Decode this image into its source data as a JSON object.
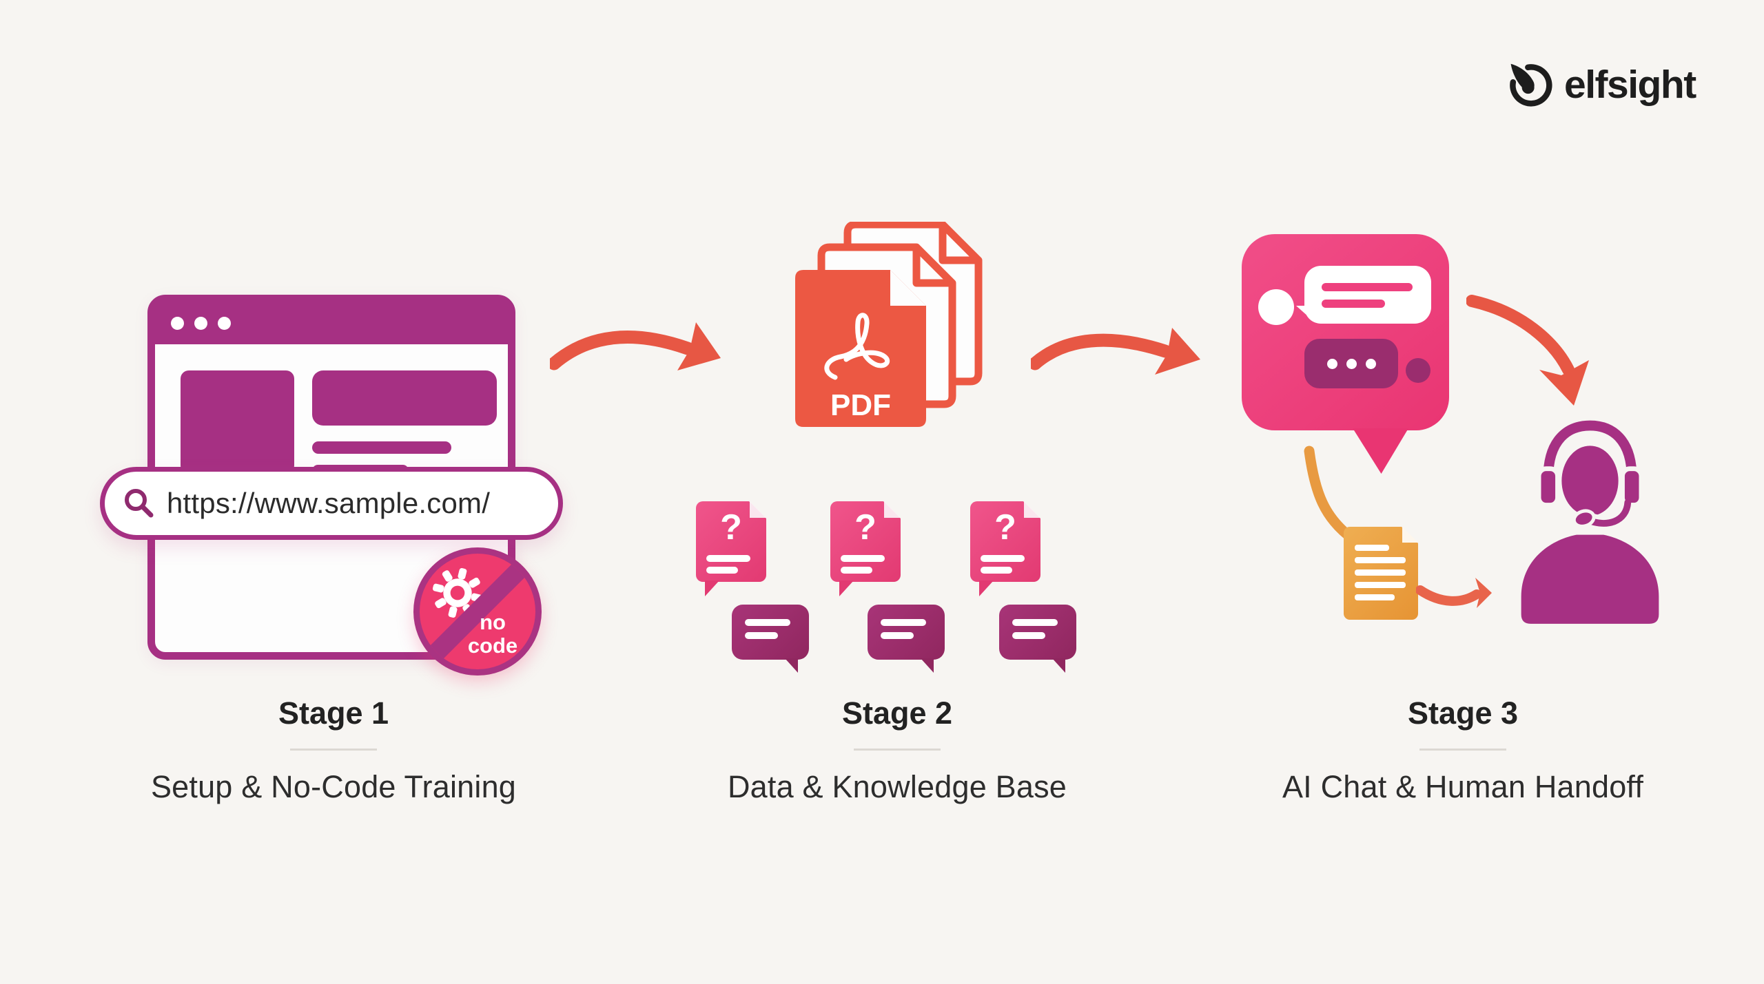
{
  "page": {
    "background": "#f7f5f2",
    "kind": "3-stage process infographic"
  },
  "logo": {
    "brand": "elfsight"
  },
  "stage1": {
    "title": "Stage 1",
    "subtitle": "Setup & No-Code Training",
    "browser_url": "https://www.sample.com/",
    "badge_line1": "no",
    "badge_line2": "code"
  },
  "stage2": {
    "title": "Stage 2",
    "subtitle": "Data & Knowledge Base",
    "pdf_label": "PDF",
    "question_glyph": "?"
  },
  "stage3": {
    "title": "Stage 3",
    "subtitle": "AI Chat & Human Handoff"
  },
  "colors": {
    "background": "#f7f5f2",
    "magenta": "#a63083",
    "badge_pink": "#ee3a6e",
    "doc_pink": "#e8447c",
    "plum": "#9a2d6e",
    "chat_pink": "#ee407e",
    "pdf_red": "#ec5843",
    "arrow_red": "#e75744",
    "orange_doc": "#eba23f",
    "text_dark": "#262626"
  }
}
